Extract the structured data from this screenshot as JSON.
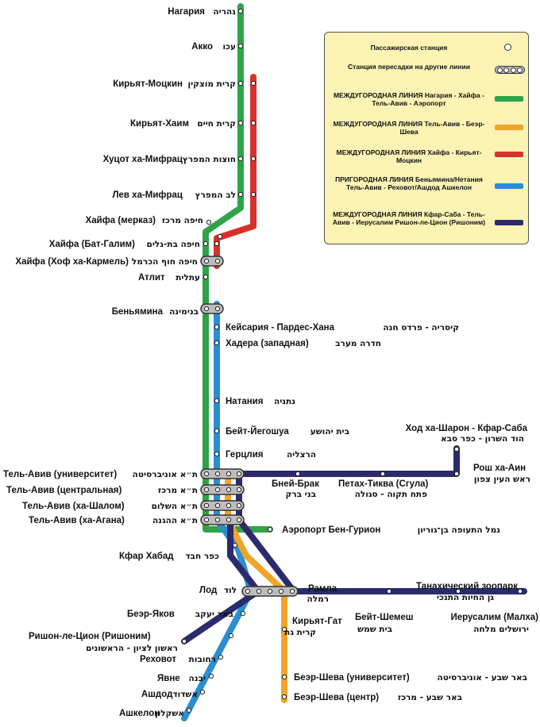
{
  "colors": {
    "green": "#2ea34a",
    "red": "#d7312a",
    "orange": "#eea52a",
    "blue": "#2a8ed0",
    "navy": "#2b2a6c",
    "legend_bg": "#fdf3b4"
  },
  "legend": {
    "passenger_station": "Пассажирская станция",
    "transfer_station": "Станция пересадки на другие линии",
    "green_line": "МЕЖДУГОРОДНАЯ ЛИНИЯ Нагария - Хайфа - Тель-Авив - Аэропорт",
    "orange_line": "МЕЖДУГОРОДНАЯ ЛИНИЯ Тель-Авив - Беэр-Шева",
    "red_line": "МЕЖДУГОРОДНАЯ ЛИНИЯ Хайфа - Кирьят-Моцкин",
    "blue_line": "ПРИГОРОДНАЯ ЛИНИЯ Беньямина/Нетания Тель-Авив - Реховот/Ашдод Ашкелон",
    "navy_line": "МЕЖДУГОРОДНАЯ ЛИНИЯ Кфар-Саба - Тель-Авив - Иерусалим Ришон-ле-Цион (Ришоним)"
  },
  "stations": {
    "nahariya": {
      "ru": "Нагария",
      "he": "נהריה"
    },
    "akko": {
      "ru": "Акко",
      "he": "עכו"
    },
    "motzkin": {
      "ru": "Кирьят-Моцкин",
      "he": "קרית מוצקין"
    },
    "haim": {
      "ru": "Кирьят-Хаим",
      "he": "קרית חיים"
    },
    "mifratz": {
      "ru": "Хуцот ха-Мифрац",
      "he": "חוצות המפרץ"
    },
    "lev_mifratz": {
      "ru": "Лев ха-Мифрац",
      "he": "לב המפרץ"
    },
    "haifa_merkaz": {
      "ru": "Хайфа (мерказ)",
      "he": "חיפה מרכז"
    },
    "bat_galim": {
      "ru": "Хайфа (Бат-Галим)",
      "he": "חיפה בת-גלים"
    },
    "hof_carmel": {
      "ru": "Хайфа (Хоф ха-Кармель)",
      "he": "חיפה חוף הכרמל"
    },
    "atlit": {
      "ru": "Атлит",
      "he": "עתלית"
    },
    "binyamina": {
      "ru": "Беньямина",
      "he": "בנימינה"
    },
    "caesarea": {
      "ru": "Кейсария - Пардес-Хана",
      "he": "קיסריה - פרדס חנה"
    },
    "hadera": {
      "ru": "Хадера (западная)",
      "he": "חדרה מערב"
    },
    "netanya": {
      "ru": "Натания",
      "he": "נתניה"
    },
    "beit_yehoshua": {
      "ru": "Бейт-Йегошуа",
      "he": "בית יהושע"
    },
    "herzliya": {
      "ru": "Герцлия",
      "he": "הרצליה"
    },
    "ta_university": {
      "ru": "Тель-Авив (университет)",
      "he": "ת״א אוניברסיטה"
    },
    "ta_central": {
      "ru": "Тель-Авив (центральная)",
      "he": "ת״א מרכז"
    },
    "ta_hashalom": {
      "ru": "Тель-Авив (ха-Шалом)",
      "he": "ת״א השלום"
    },
    "ta_hahagana": {
      "ru": "Тель-Авив (ха-Агана)",
      "he": "ת״א ההגנה"
    },
    "hod_hasharon": {
      "ru": "Ход ха-Шарон - Кфар-Саба",
      "he": "הוד השרון - כפר סבא"
    },
    "rosh_haayin": {
      "ru": "Рош ха-Аин",
      "he": "ראש העין צפון"
    },
    "bnei_brak": {
      "ru": "Бней-Брак",
      "he": "בני ברק"
    },
    "petah_tikva": {
      "ru": "Петах-Тиква (Сгула)",
      "he": "פתח תקוה - סגולה"
    },
    "airport": {
      "ru": "Аэропорт Бен-Гурион",
      "he": "נמל התעופה בן־גוריון"
    },
    "kfar_habad": {
      "ru": "Кфар Хабад",
      "he": "כפר חבד"
    },
    "lod": {
      "ru": "Лод",
      "he": "לוד"
    },
    "ramla": {
      "ru": "Рамла",
      "he": "רמלה"
    },
    "zoo": {
      "ru": "Танахический зоопарк",
      "he": "גן החיות התנכי"
    },
    "beit_shemesh": {
      "ru": "Бейт-Шемеш",
      "he": "בית שמש"
    },
    "malha": {
      "ru": "Иерусалим (Малха)",
      "he": "ירושלים מלחה"
    },
    "kiryat_gat": {
      "ru": "Кирьят-Гат",
      "he": "קרית גת"
    },
    "beer_yaakov": {
      "ru": "Беэр-Яков",
      "he": "באר יעקב"
    },
    "rishonim": {
      "ru": "Ришон-ле-Цион (Ришоним)",
      "he": "ראשון לציון - הראשונים"
    },
    "rehovot": {
      "ru": "Реховот",
      "he": "רחובות"
    },
    "yavne": {
      "ru": "Явне",
      "he": "יבנה"
    },
    "ashdod": {
      "ru": "Ашдод",
      "he": "אשדוד"
    },
    "ashkelon": {
      "ru": "Ашкелон",
      "he": "אשקלון"
    },
    "bs_university": {
      "ru": "Беэр-Шева (университет)",
      "he": "באר שבע - אוניברסיטה"
    },
    "bs_center": {
      "ru": "Беэр-Шева (центр)",
      "he": "באר שבע - מרכז"
    }
  }
}
